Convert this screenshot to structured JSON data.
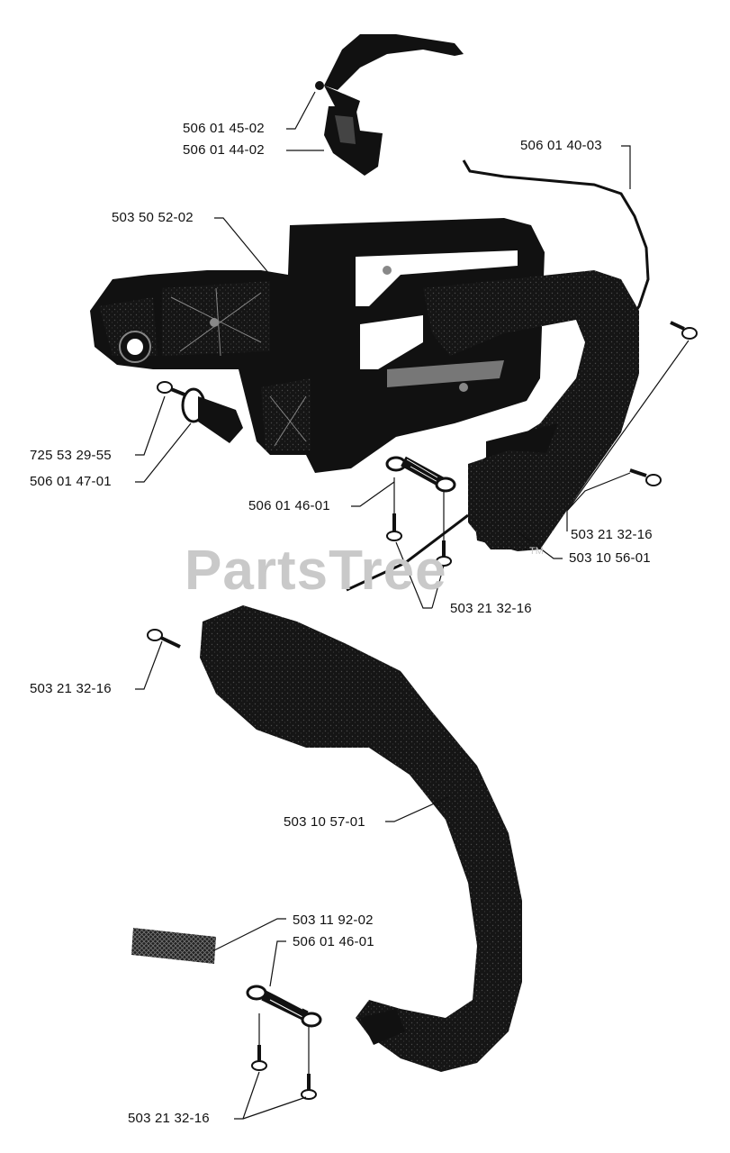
{
  "watermark": {
    "text": "PartsTree",
    "trademark": "TM"
  },
  "labels": {
    "l1": "506 01 45-02",
    "l2": "506 01 44-02",
    "l3": "506 01 40-03",
    "l4": "503 50 52-02",
    "l5": "725 53 29-55",
    "l6": "506 01 47-01",
    "l7": "506 01 46-01",
    "l8": "503 21 32-16",
    "l9": "503 10 56-01",
    "l10": "503 21 32-16",
    "l11": "503 21 32-16",
    "l12": "503 10 57-01",
    "l13": "503 11 92-02",
    "l14": "506 01 46-01",
    "l15": "503 21 32-16"
  }
}
